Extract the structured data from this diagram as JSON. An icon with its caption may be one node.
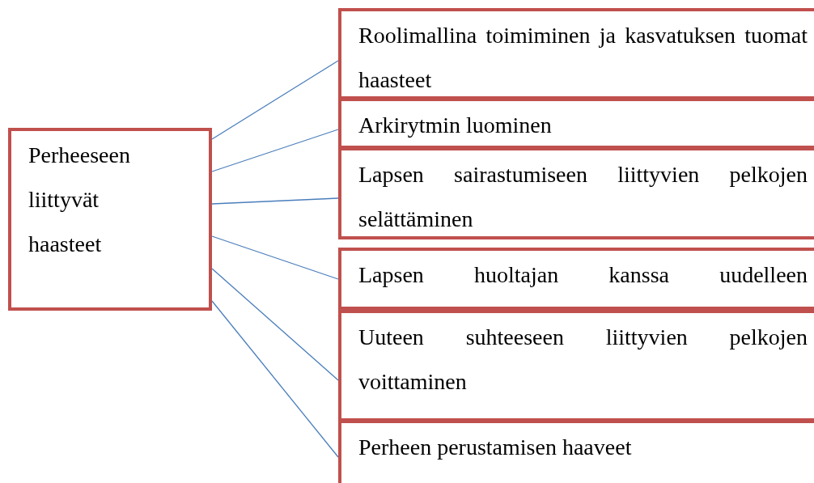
{
  "diagram": {
    "nodes": [
      {
        "text": [
          "Perheeseen liittyvät haasteet"
        ]
      },
      {
        "text": [
          "Roolimallina toimiminen ja kasvatuksen tuomat haasteet"
        ]
      },
      {
        "text": [
          "Arkirytmin luominen"
        ]
      },
      {
        "text": [
          "Lapsen sairastumiseen liittyvien pelkojen selättäminen"
        ]
      },
      {
        "text": [
          "Lapsen huoltajan kanssa uudelleen"
        ]
      },
      {
        "text": [
          "Uuteen suhteeseen liittyvien pelkojen voittaminen"
        ]
      },
      {
        "text": [
          "Perheen perustamisen haaveet"
        ]
      }
    ],
    "edges": [
      {
        "from": 0,
        "to": 1,
        "arrow": "none"
      },
      {
        "from": 0,
        "to": 2,
        "arrow": "none"
      },
      {
        "from": 0,
        "to": 3,
        "arrow": "none"
      },
      {
        "from": 0,
        "to": 4,
        "arrow": "none"
      },
      {
        "from": 0,
        "to": 5,
        "arrow": "none"
      },
      {
        "from": 0,
        "to": 6,
        "arrow": "none"
      }
    ]
  }
}
